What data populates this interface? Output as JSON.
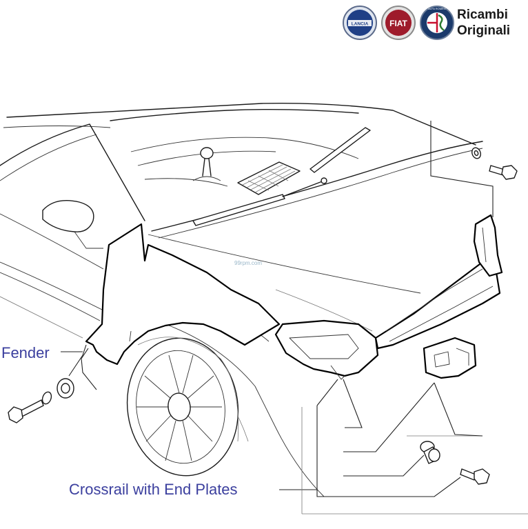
{
  "header": {
    "logos": [
      {
        "name": "lancia-logo",
        "text": "LANCIA",
        "color": "#1f3f86"
      },
      {
        "name": "fiat-logo",
        "text": "FIAT",
        "color": "#9e1b2b"
      },
      {
        "name": "alfa-romeo-logo",
        "text": "ALFA ROMEO",
        "color": "#1b3a6b"
      }
    ],
    "brand_line1": "Ricambi",
    "brand_line2": "Originali"
  },
  "watermark": "99rpm.com",
  "labels": {
    "fender": "Fender",
    "crossrail": "Crossrail with End Plates"
  },
  "colors": {
    "label": "#3b3f9e",
    "line": "#1a1a1a"
  }
}
